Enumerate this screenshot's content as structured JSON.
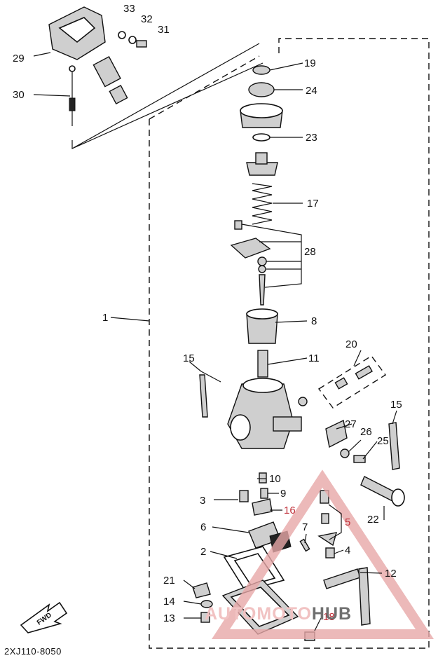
{
  "diagram": {
    "code": "2XJ110-8050",
    "fwd_label": "FWD",
    "watermark": {
      "part1": "AUTOMOTO",
      "part2": "HUB"
    },
    "callouts": [
      {
        "id": "c1",
        "text": "1"
      },
      {
        "id": "c2",
        "text": "2"
      },
      {
        "id": "c3",
        "text": "3"
      },
      {
        "id": "c4",
        "text": "4"
      },
      {
        "id": "c5",
        "text": "5"
      },
      {
        "id": "c6",
        "text": "6"
      },
      {
        "id": "c7",
        "text": "7"
      },
      {
        "id": "c8",
        "text": "8"
      },
      {
        "id": "c9",
        "text": "9"
      },
      {
        "id": "c10",
        "text": "10"
      },
      {
        "id": "c11",
        "text": "11"
      },
      {
        "id": "c12",
        "text": "12"
      },
      {
        "id": "c13",
        "text": "13"
      },
      {
        "id": "c14",
        "text": "14"
      },
      {
        "id": "c15a",
        "text": "15"
      },
      {
        "id": "c15b",
        "text": "15"
      },
      {
        "id": "c16",
        "text": "16"
      },
      {
        "id": "c17",
        "text": "17"
      },
      {
        "id": "c18",
        "text": "18"
      },
      {
        "id": "c19",
        "text": "19"
      },
      {
        "id": "c20",
        "text": "20"
      },
      {
        "id": "c21",
        "text": "21"
      },
      {
        "id": "c22",
        "text": "22"
      },
      {
        "id": "c23",
        "text": "23"
      },
      {
        "id": "c24",
        "text": "24"
      },
      {
        "id": "c25",
        "text": "25"
      },
      {
        "id": "c26",
        "text": "26"
      },
      {
        "id": "c27",
        "text": "27"
      },
      {
        "id": "c28",
        "text": "28"
      },
      {
        "id": "c29",
        "text": "29"
      },
      {
        "id": "c30",
        "text": "30"
      },
      {
        "id": "c31",
        "text": "31"
      },
      {
        "id": "c32",
        "text": "32"
      },
      {
        "id": "c33",
        "text": "33"
      }
    ],
    "colors": {
      "line": "#111111",
      "accent_red": "#c0303a",
      "watermark_pink": "#f1c2c2"
    }
  }
}
